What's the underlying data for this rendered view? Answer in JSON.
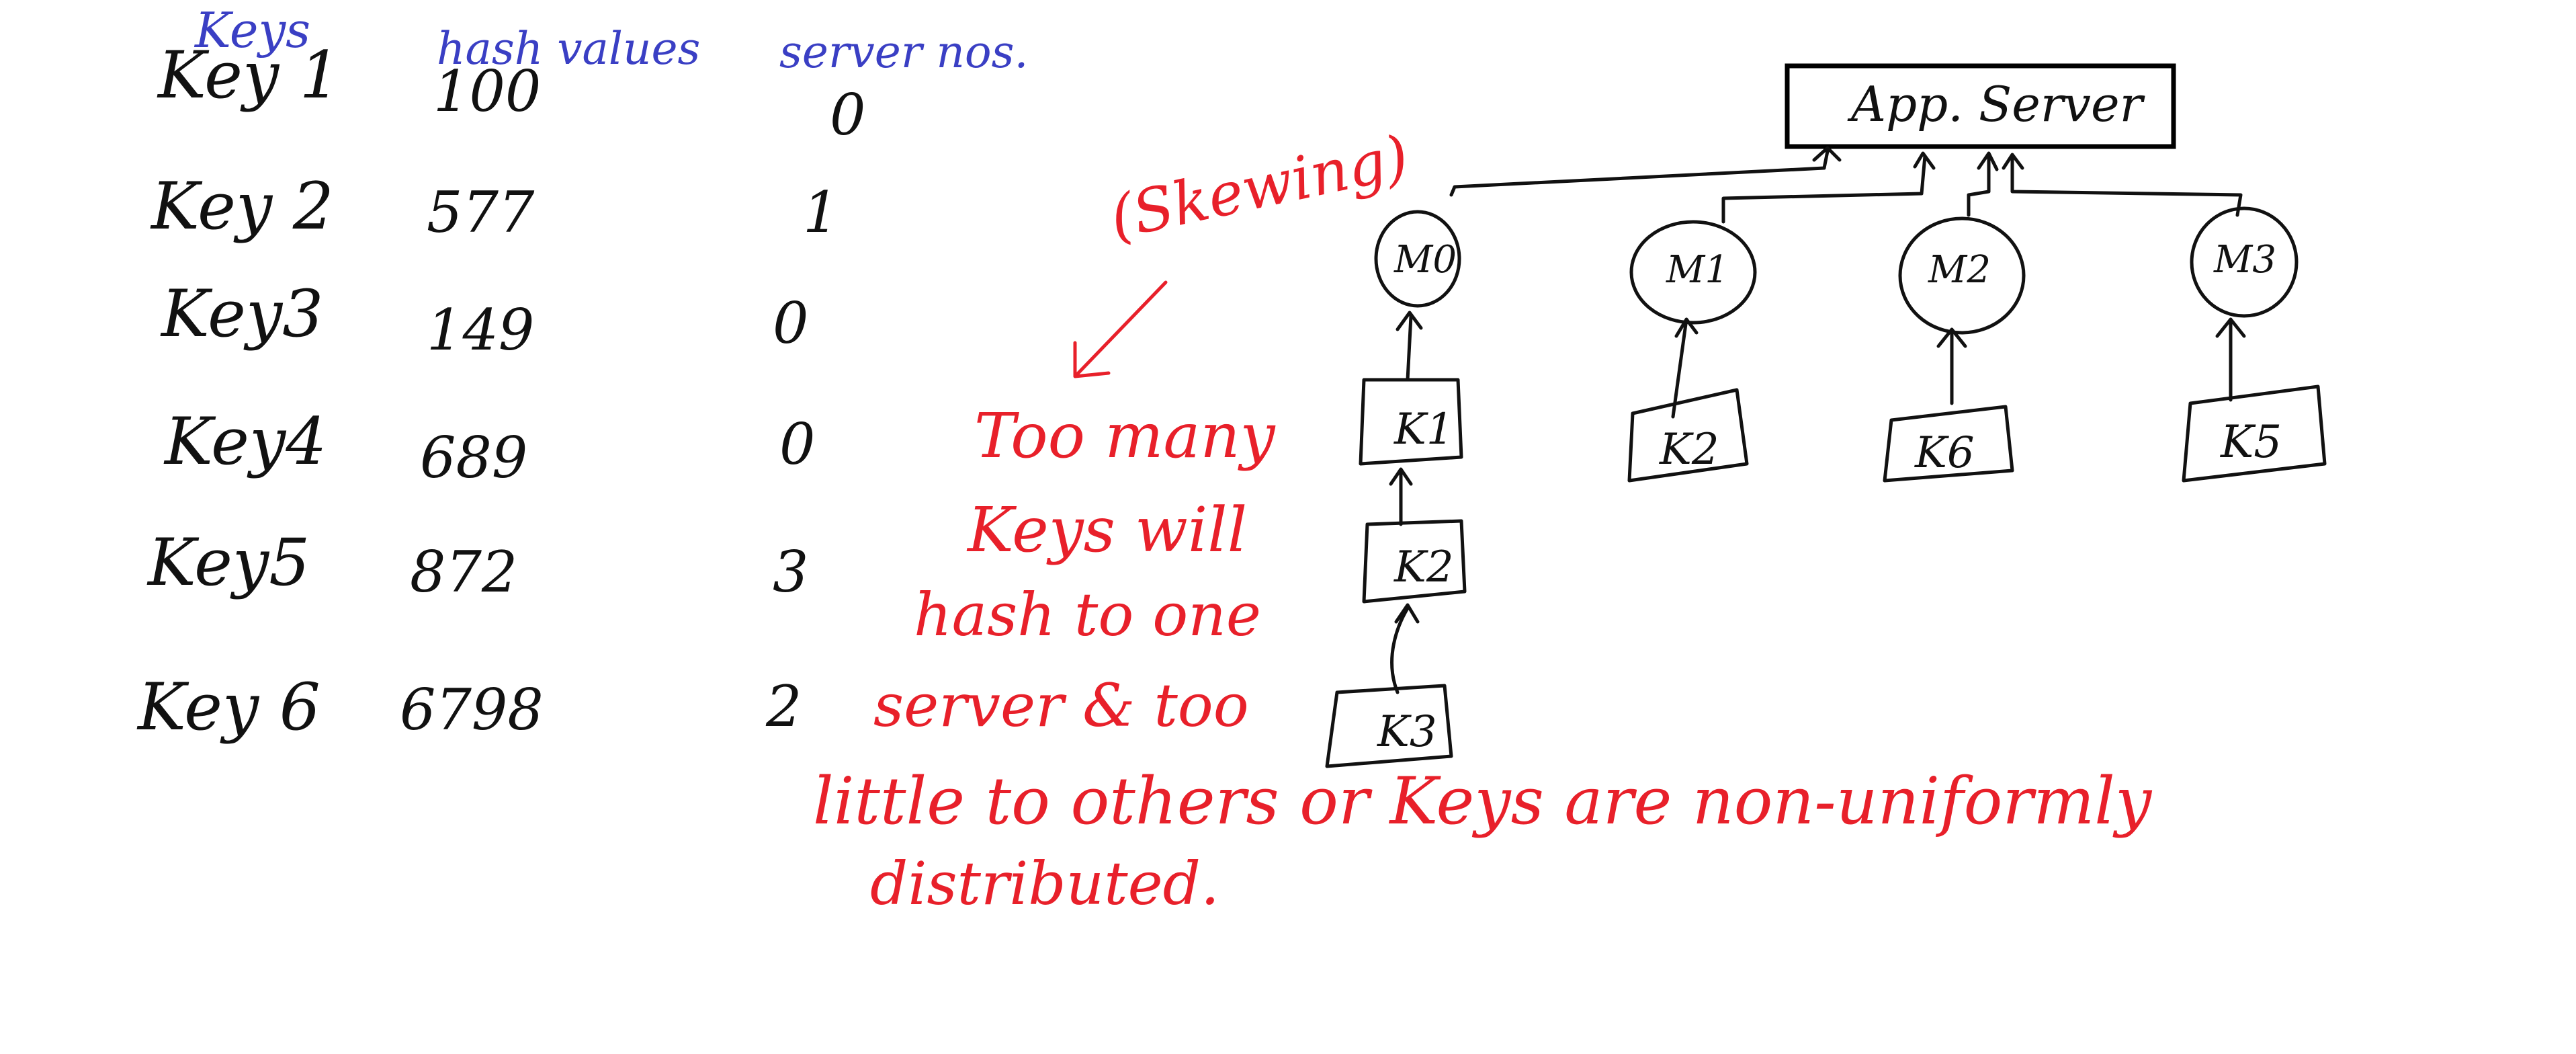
{
  "table": {
    "headers": [
      "Keys",
      "hash values",
      "server nos."
    ],
    "rows": [
      {
        "key": "Key 1",
        "hash": "100",
        "server": "0"
      },
      {
        "key": "Key 2",
        "hash": "577",
        "server": "1"
      },
      {
        "key": "Key3",
        "hash": "149",
        "server": "0"
      },
      {
        "key": "Key4",
        "hash": "689",
        "server": "0"
      },
      {
        "key": "Key5",
        "hash": "872",
        "server": "3"
      },
      {
        "key": "Key 6",
        "hash": "6798",
        "server": "2"
      }
    ]
  },
  "diagram": {
    "app_server": "App. Server",
    "machines": [
      "M0",
      "M1",
      "M2",
      "M3"
    ],
    "key_boxes": {
      "m0_stack": [
        "K1",
        "K2",
        "K3"
      ],
      "m1": "K2",
      "m2": "K6",
      "m3": "K5"
    }
  },
  "annotation": {
    "skewing": "(Skewing)",
    "lines": [
      "Too many",
      "Keys will",
      "hash to one",
      "server & too",
      "little to others or Keys are non-uniformly",
      "distributed."
    ]
  },
  "colors": {
    "black_ink": "#111111",
    "blue_ink": "#3a3fc4",
    "red_ink": "#e8202a"
  }
}
